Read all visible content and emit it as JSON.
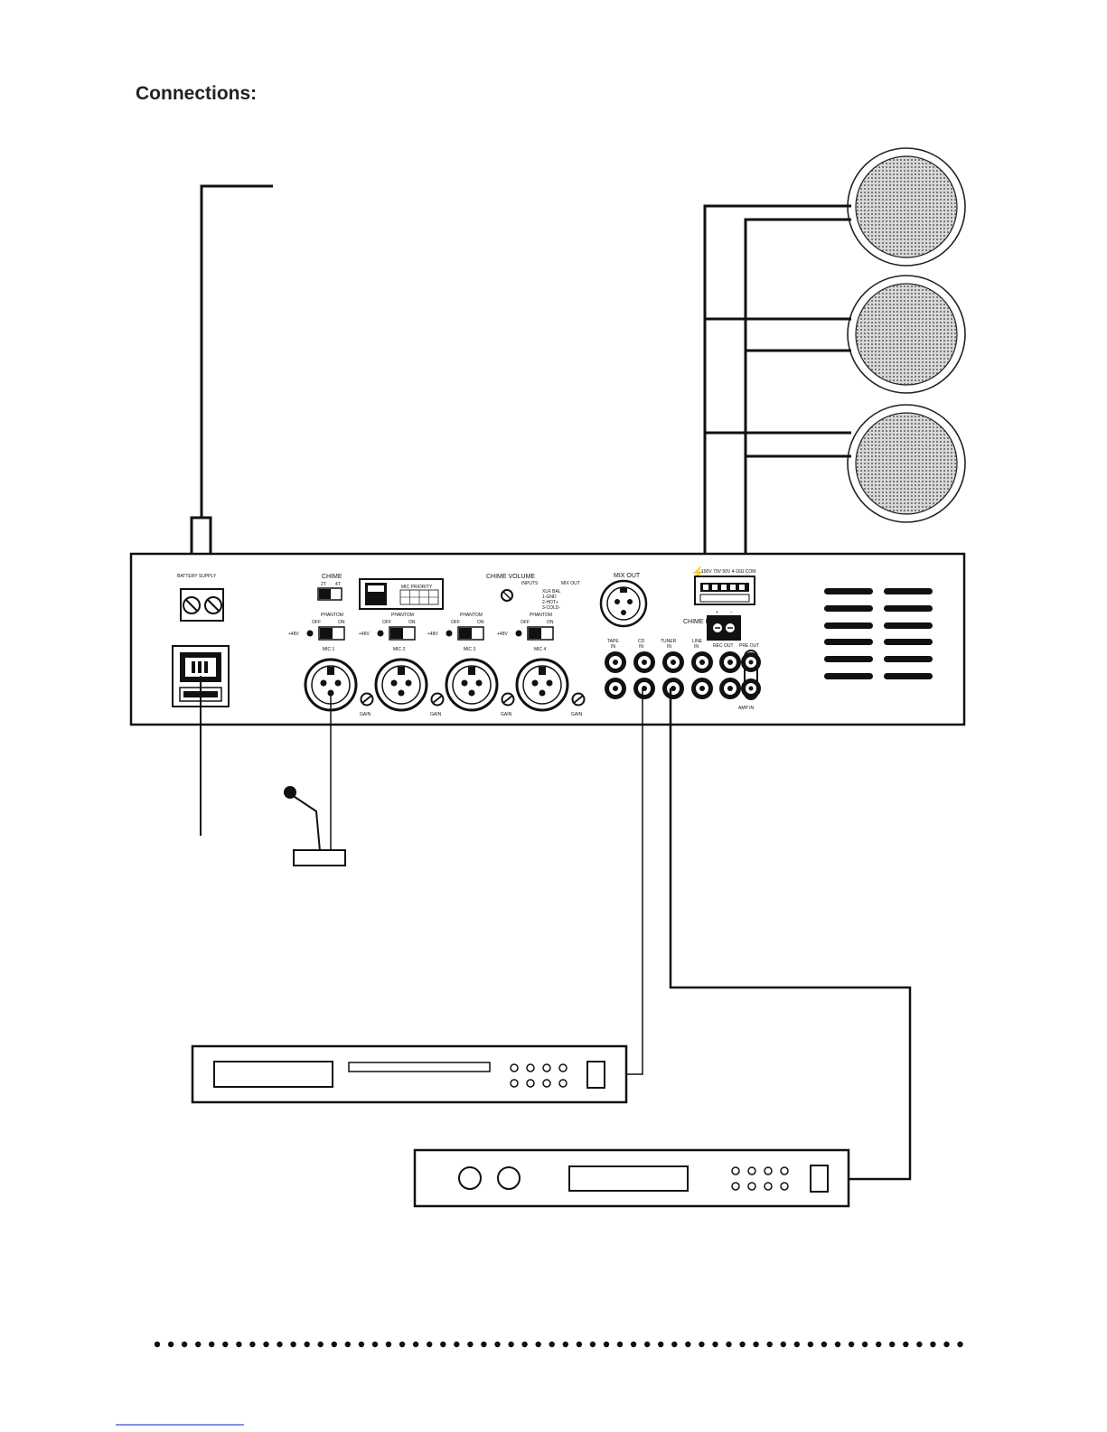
{
  "page": {
    "title": "Connections:"
  },
  "amp": {
    "battery_supply": "BATTERY SUPPLY",
    "chime": "CHIME",
    "chime_2t": "2T",
    "chime_4t": "4T",
    "mic_priority": "MIC PRIORITY",
    "chime_volume": "CHIME VOLUME",
    "inputs": "INPUTS",
    "mix_out_small": "MIX OUT",
    "xlr_bal": "XLR BAL",
    "xlr_1": "1-GND",
    "xlr_2": "2-HOT+",
    "xlr_3": "3-COLD-",
    "mix_out": "MIX OUT",
    "speaker_taps": "100V  70V  50V  4-16Ω  COM",
    "chime_remote": "CHIME REMOTE",
    "plus": "+",
    "minus": "−",
    "phantom": "PHANTOM",
    "off": "OFF",
    "on": "ON",
    "plus48": "+48V",
    "mics": [
      "MIC 1",
      "MIC 2",
      "MIC 3",
      "MIC 4"
    ],
    "gain": "GAIN",
    "tape_in_1": "TAPE",
    "tape_in_2": "IN",
    "cd_in_1": "CD",
    "cd_in_2": "IN",
    "tuner_in_1": "TUNER",
    "tuner_in_2": "IN",
    "line_in_1": "LINE",
    "line_in_2": "IN",
    "rec_out": "REC OUT",
    "pre_out": "PRE OUT",
    "amp_in": "AMP  IN"
  }
}
